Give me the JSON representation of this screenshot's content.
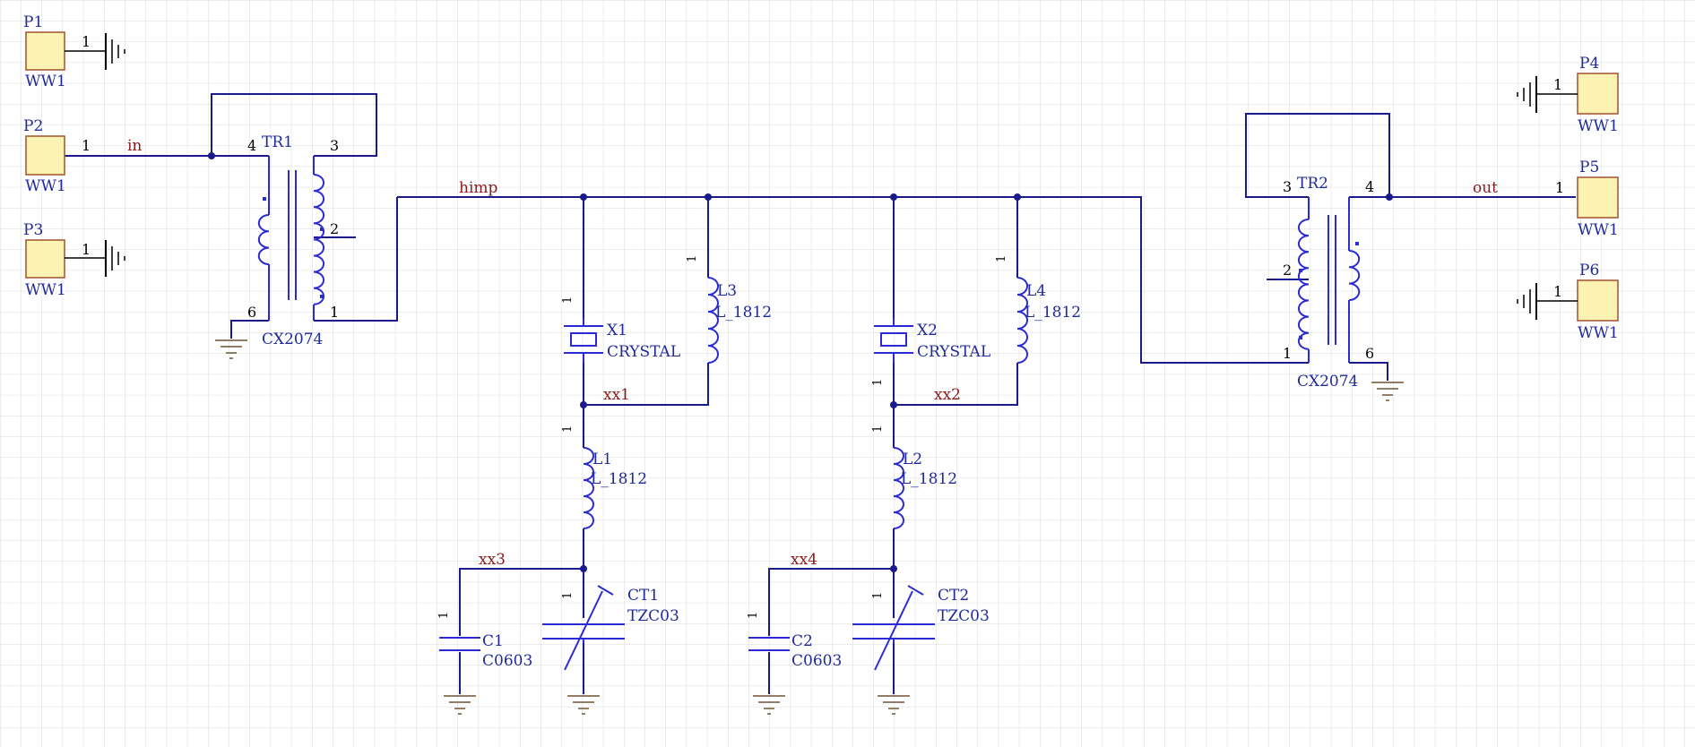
{
  "colors": {
    "wire": "#1a1a8c",
    "component": "#2b2bd6",
    "ground": "#6b5533",
    "net_label": "#8b1a1a",
    "designator": "#1f2a9c",
    "port_fill": "#fcf2b2",
    "port_stroke": "#a0522d",
    "grid": "#d9d9d9"
  },
  "ports": [
    {
      "ref": "P1",
      "value": "WW1",
      "pin": "1"
    },
    {
      "ref": "P2",
      "value": "WW1",
      "pin": "1"
    },
    {
      "ref": "P3",
      "value": "WW1",
      "pin": "1"
    },
    {
      "ref": "P4",
      "value": "WW1",
      "pin": "1"
    },
    {
      "ref": "P5",
      "value": "WW1",
      "pin": "1"
    },
    {
      "ref": "P6",
      "value": "WW1",
      "pin": "1"
    }
  ],
  "transformers": [
    {
      "ref": "TR1",
      "value": "CX2074",
      "pins": [
        "4",
        "3",
        "2",
        "6",
        "1"
      ]
    },
    {
      "ref": "TR2",
      "value": "CX2074",
      "pins": [
        "3",
        "4",
        "2",
        "1",
        "6"
      ]
    }
  ],
  "crystals": [
    {
      "ref": "X1",
      "value": "CRYSTAL",
      "pin": "1"
    },
    {
      "ref": "X2",
      "value": "CRYSTAL",
      "pin": "1"
    }
  ],
  "inductors": [
    {
      "ref": "L1",
      "value": "L_1812",
      "pin": "1"
    },
    {
      "ref": "L2",
      "value": "L_1812",
      "pin": "1"
    },
    {
      "ref": "L3",
      "value": "L_1812",
      "pin": "1"
    },
    {
      "ref": "L4",
      "value": "L_1812",
      "pin": "1"
    }
  ],
  "capacitors": [
    {
      "ref": "C1",
      "value": "C0603",
      "pin": "1"
    },
    {
      "ref": "C2",
      "value": "C0603",
      "pin": "1"
    }
  ],
  "trimmers": [
    {
      "ref": "CT1",
      "value": "TZC03",
      "pin": "1"
    },
    {
      "ref": "CT2",
      "value": "TZC03",
      "pin": "1"
    }
  ],
  "nets": {
    "in": "in",
    "himp": "himp",
    "xx1": "xx1",
    "xx2": "xx2",
    "xx3": "xx3",
    "xx4": "xx4",
    "out": "out"
  }
}
